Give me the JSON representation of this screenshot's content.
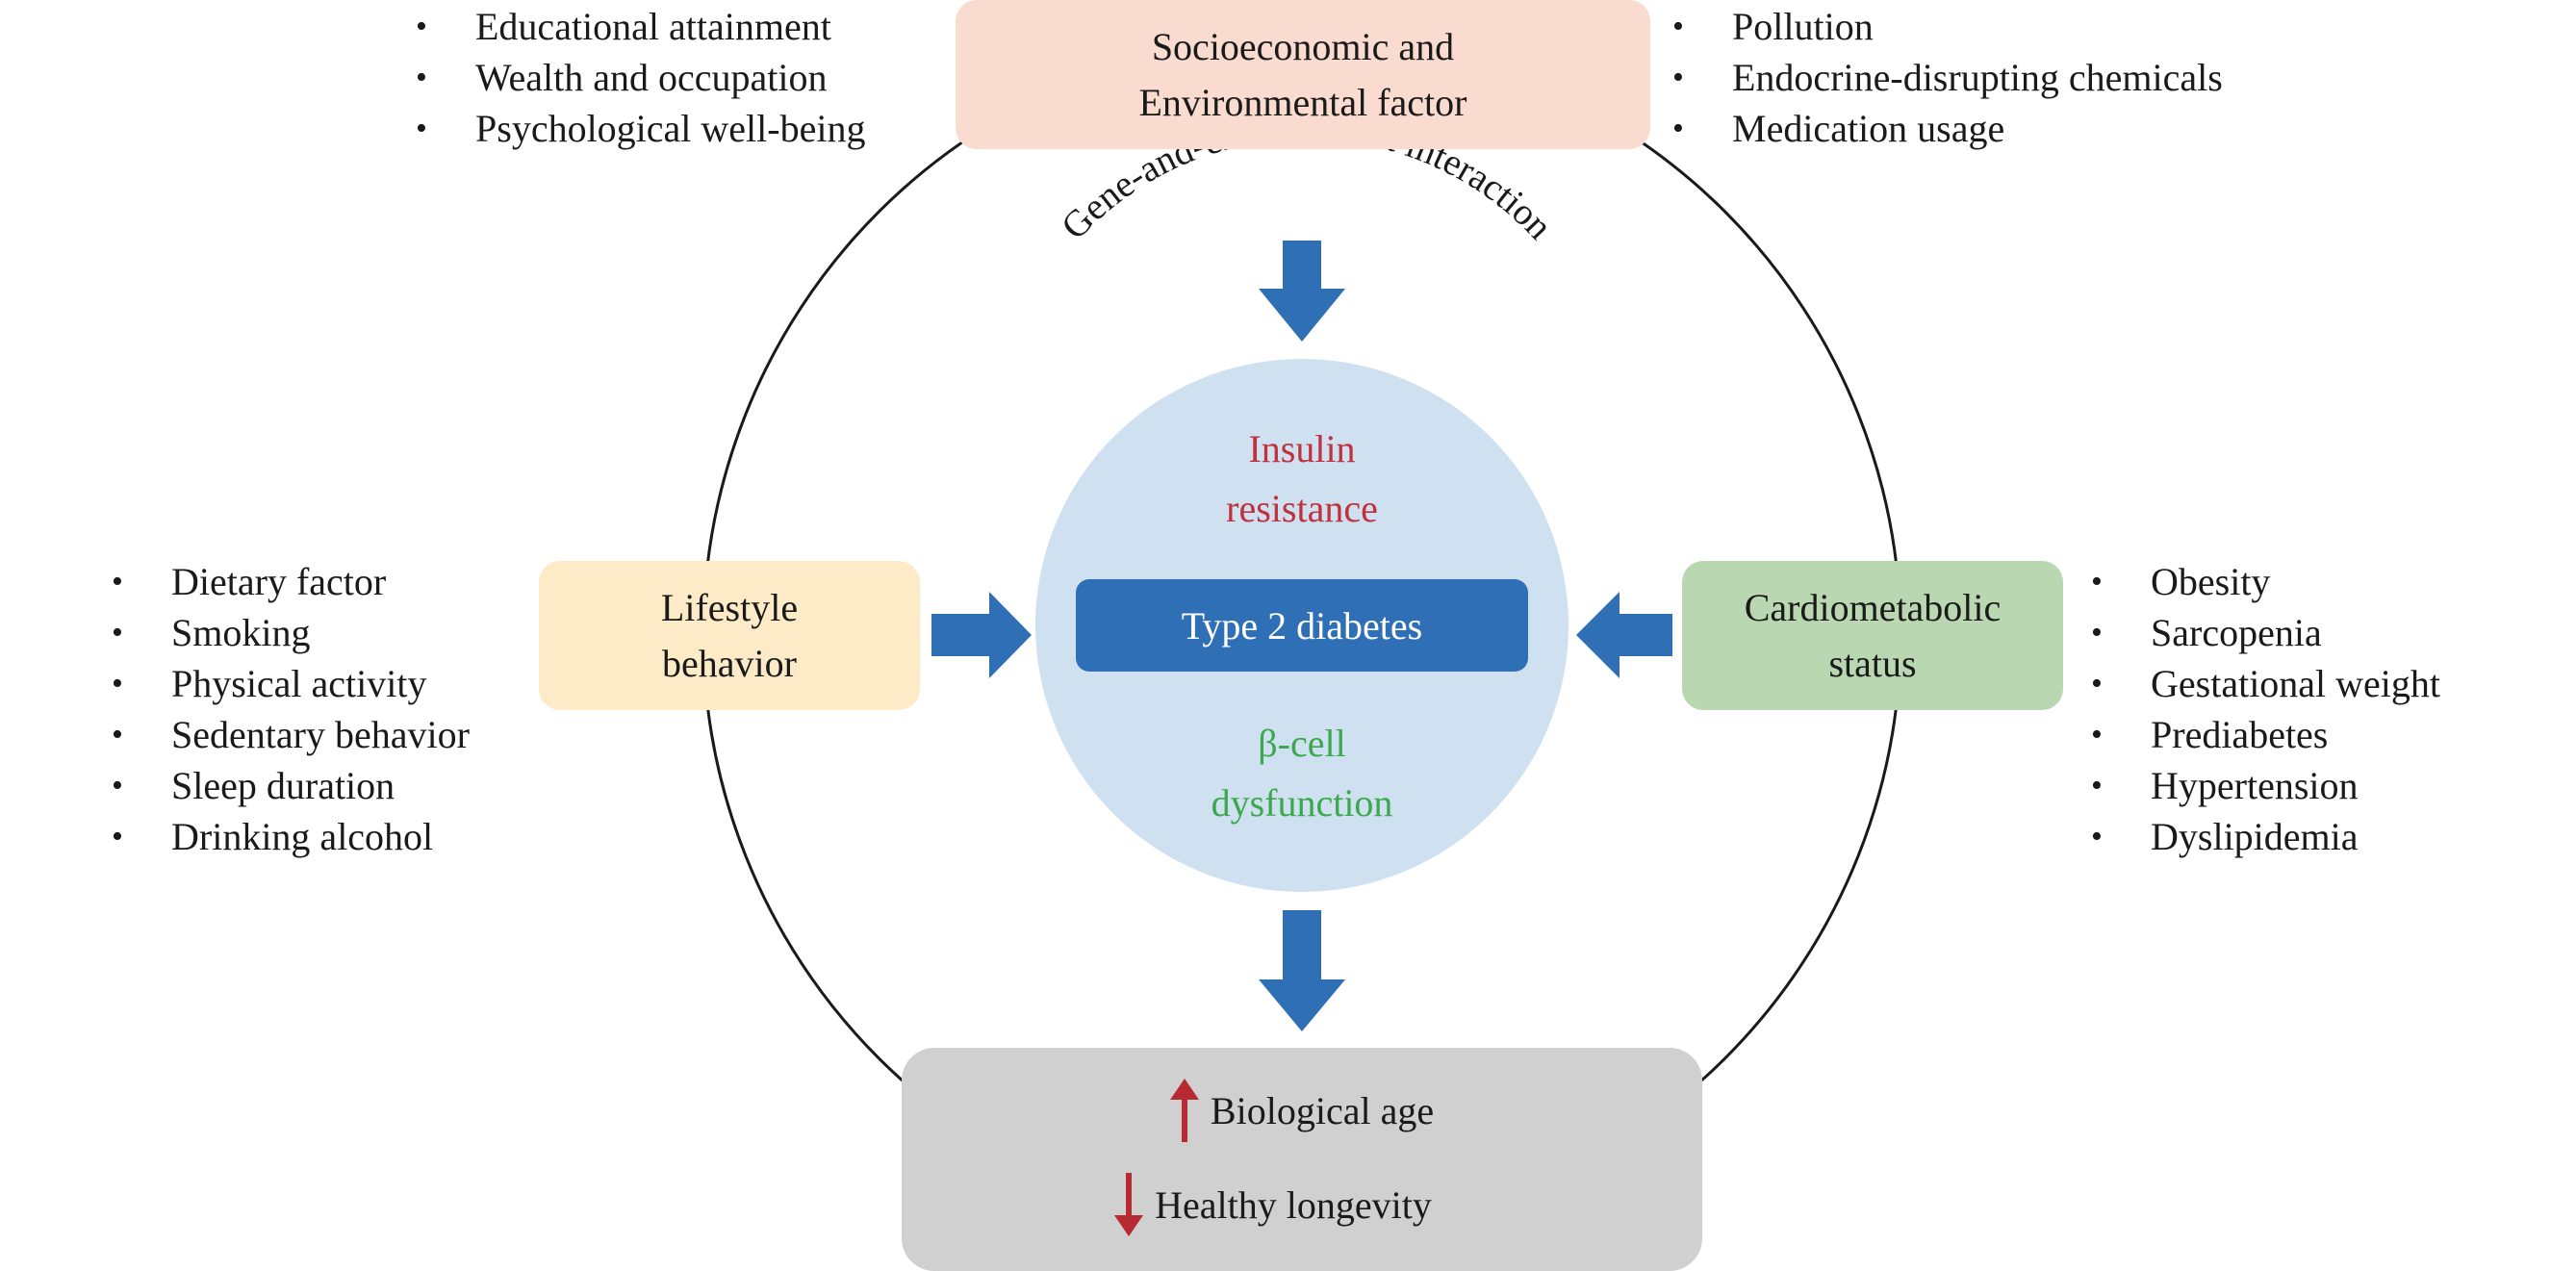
{
  "diagram": {
    "top_box": {
      "line1": "Socioeconomic and",
      "line2": "Environmental factor"
    },
    "top_left_list": [
      "Educational attainment",
      "Wealth and occupation",
      "Psychological well-being"
    ],
    "top_right_list": [
      "Pollution",
      "Endocrine-disrupting chemicals",
      "Medication usage"
    ],
    "arc_label": "Gene-and-environment interaction",
    "center": {
      "insulin_line1": "Insulin",
      "insulin_line2": "resistance",
      "t2d_label": "Type 2 diabetes",
      "beta_line1": "β-cell",
      "beta_line2": "dysfunction"
    },
    "left_box": {
      "line1": "Lifestyle",
      "line2": "behavior"
    },
    "left_list": [
      "Dietary factor",
      "Smoking",
      "Physical activity",
      "Sedentary behavior",
      "Sleep duration",
      "Drinking alcohol"
    ],
    "right_box": {
      "line1": "Cardiometabolic",
      "line2": "status"
    },
    "right_list": [
      "Obesity",
      "Sarcopenia",
      "Gestational weight",
      "Prediabetes",
      "Hypertension",
      "Dyslipidemia"
    ],
    "outcome_box": {
      "item1": "Biological age",
      "item2": "Healthy longevity"
    },
    "colors": {
      "arrow_blue": "#2e6fb6",
      "center_circle": "#cfe0f0",
      "insulin_red": "#c0313b",
      "beta_green": "#3aa94d",
      "outcome_arrow_red": "#b72a33"
    }
  }
}
